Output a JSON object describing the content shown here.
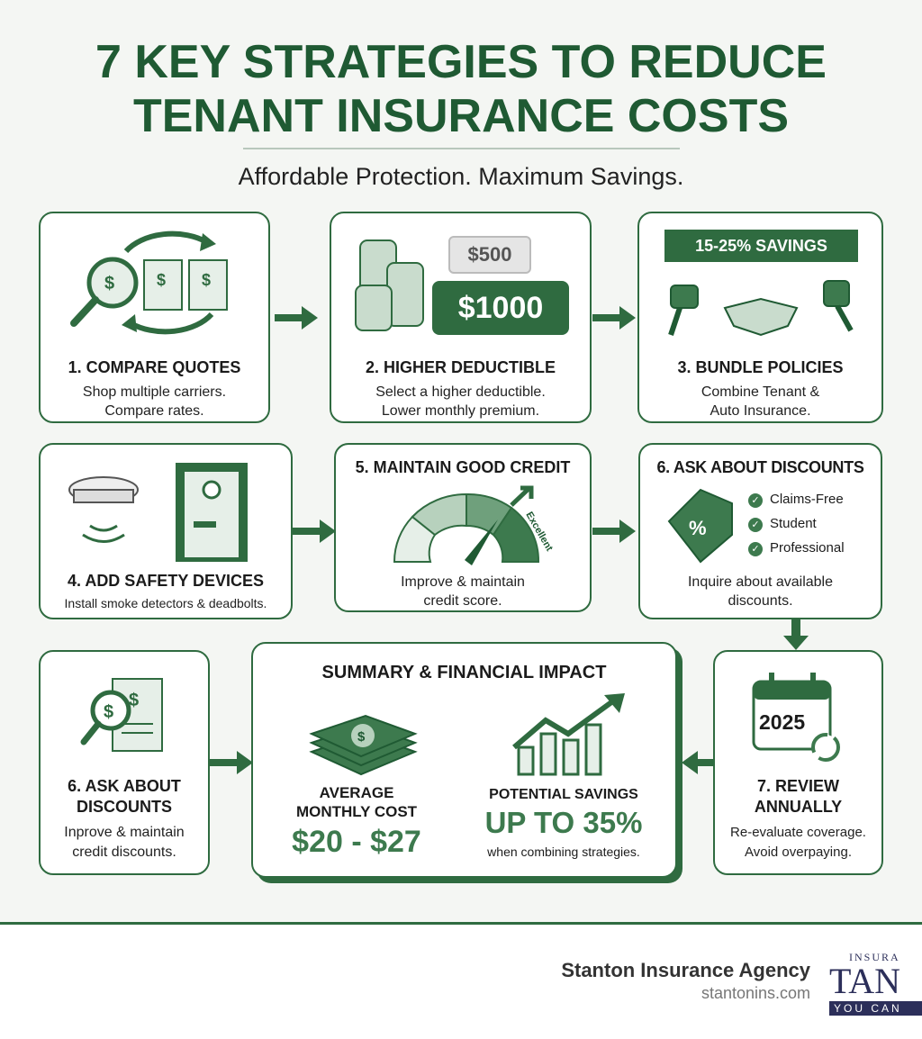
{
  "header": {
    "title_line1": "7 KEY STRATEGIES TO REDUCE",
    "title_line2": "TENANT INSURANCE COSTS",
    "subtitle": "Affordable Protection. Maximum Savings."
  },
  "cards": [
    {
      "title": "1. COMPARE QUOTES",
      "desc1": "Shop multiple carriers.",
      "desc2": "Compare rates.",
      "icon": "magnifier-dollar-documents-icon"
    },
    {
      "title": "2. HIGHER DEDUCTIBLE",
      "desc1": "Select a higher deductible.",
      "desc2": "Lower monthly premium.",
      "old_value": "$500",
      "new_value": "$1000",
      "icon": "coin-stacks-icon"
    },
    {
      "title": "3. BUNDLE POLICIES",
      "desc1": "Combine Tenant &",
      "desc2": "Auto Insurance.",
      "banner": "15-25% SAVINGS",
      "icon": "handshake-keys-icon"
    },
    {
      "title": "4. ADD SAFETY DEVICES",
      "desc1": "Install smoke detectors & deadbolts.",
      "icon": "smoke-detector-door-icon"
    },
    {
      "title": "5. MAINTAIN GOOD CREDIT",
      "desc1": "Improve & maintain",
      "desc2": "credit score.",
      "gauge_label": "Excellent",
      "icon": "credit-gauge-icon"
    },
    {
      "title": "6. ASK ABOUT DISCOUNTS",
      "desc1": "Inquire about available",
      "desc2": "discounts.",
      "list": [
        "Claims-Free",
        "Student",
        "Professional"
      ],
      "icon": "price-tag-icon"
    },
    {
      "title1": "6. ASK ABOUT",
      "title2": "DISCOUNTS",
      "desc1": "Inprove & maintain",
      "desc2": "credit discounts.",
      "icon": "document-magnifier-icon"
    },
    {
      "title1": "7. REVIEW",
      "title2": "ANNUALLY",
      "desc1": "Re-evaluate coverage.",
      "desc2": "Avoid overpaying.",
      "year": "2025",
      "icon": "calendar-refresh-icon"
    }
  ],
  "summary": {
    "title": "SUMMARY & FINANCIAL IMPACT",
    "cost_label1": "AVERAGE",
    "cost_label2": "MONTHLY COST",
    "cost_value": "$20 - $27",
    "savings_label": "POTENTIAL SAVINGS",
    "savings_value": "UP TO 35%",
    "savings_note": "when combining strategies."
  },
  "footer": {
    "agency": "Stanton Insurance Agency",
    "website": "stantonins.com",
    "logo_top": "INSURA",
    "logo_mid": "TAN",
    "logo_bottom": "YOU CAN"
  },
  "colors": {
    "primary": "#2f6b40",
    "title": "#1f5a33",
    "accent_light": "#8fb89a"
  }
}
